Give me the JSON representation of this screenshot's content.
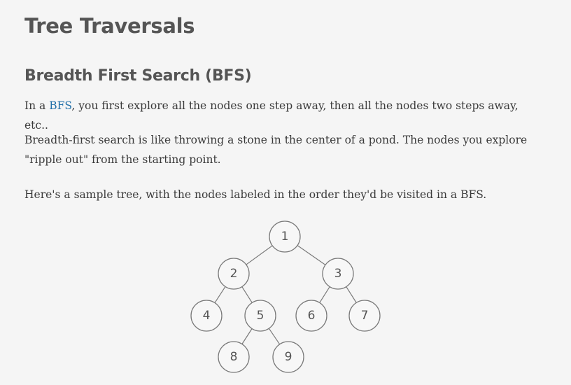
{
  "page": {
    "title": "Tree Traversals",
    "section_heading": "Breadth First Search (BFS)",
    "paragraph1": {
      "before_link": "In a ",
      "link_text": "BFS",
      "after_link": ", you first explore all the nodes one step away, then all the nodes two steps away, etc.."
    },
    "paragraph2": "Breadth-first search is like throwing a stone in the center of a pond. The nodes you explore \"ripple out\" from the starting point.",
    "paragraph3": "Here's a sample tree, with the nodes labeled in the order they'd be visited in a BFS."
  },
  "colors": {
    "link": "#1f6fa8",
    "heading": "#555555",
    "node_stroke": "#7a7a7a"
  },
  "tree": {
    "nodes": [
      {
        "id": "1",
        "label": "1"
      },
      {
        "id": "2",
        "label": "2"
      },
      {
        "id": "3",
        "label": "3"
      },
      {
        "id": "4",
        "label": "4"
      },
      {
        "id": "5",
        "label": "5"
      },
      {
        "id": "6",
        "label": "6"
      },
      {
        "id": "7",
        "label": "7"
      },
      {
        "id": "8",
        "label": "8"
      },
      {
        "id": "9",
        "label": "9"
      }
    ],
    "edges": [
      [
        "1",
        "2"
      ],
      [
        "1",
        "3"
      ],
      [
        "2",
        "4"
      ],
      [
        "2",
        "5"
      ],
      [
        "3",
        "6"
      ],
      [
        "3",
        "7"
      ],
      [
        "5",
        "8"
      ],
      [
        "5",
        "9"
      ]
    ]
  }
}
